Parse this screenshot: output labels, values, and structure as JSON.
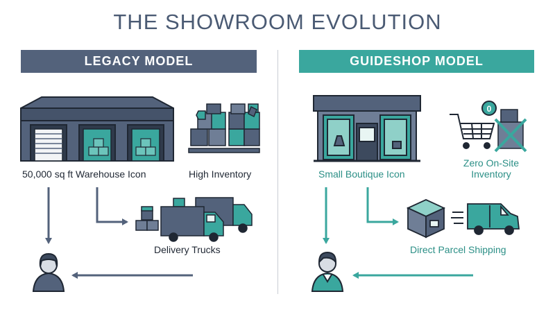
{
  "title": "THE SHOWROOM EVOLUTION",
  "legacy": {
    "header": "LEGACY MODEL",
    "warehouse_label": "50,000 sq ft Warehouse Icon",
    "inventory_label": "High Inventory",
    "trucks_label": "Delivery Trucks"
  },
  "guideshop": {
    "header": "GUIDESHOP MODEL",
    "boutique_label": "Small Boutique Icon",
    "zero_inventory_label_line1": "Zero On-Site",
    "zero_inventory_label_line2": "Inventory",
    "shipping_label": "Direct Parcel Shipping",
    "cart_badge": "0"
  },
  "colors": {
    "slate": "#53627b",
    "slate_dark": "#3d4a5e",
    "teal": "#3aa79e",
    "teal_light": "#6cc4bb"
  },
  "icons": [
    "warehouse-icon",
    "boxes-icon",
    "delivery-trucks-icon",
    "customer-icon",
    "boutique-icon",
    "cart-icon",
    "crossed-box-icon",
    "parcel-icon",
    "van-icon"
  ]
}
